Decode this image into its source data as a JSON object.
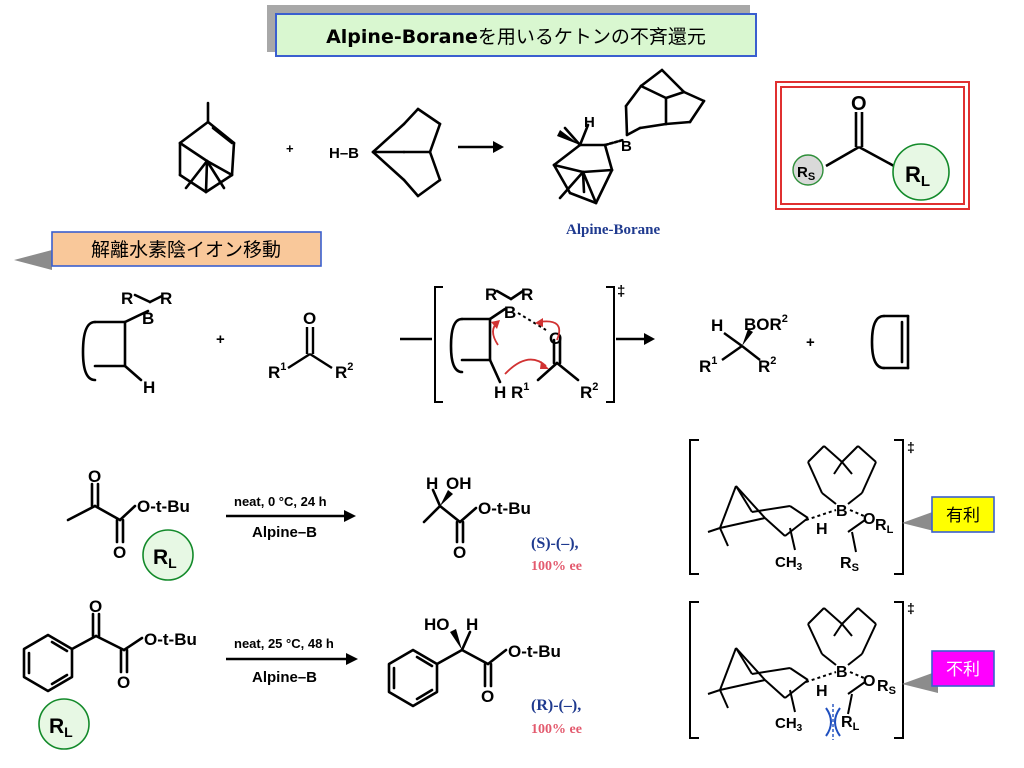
{
  "title": {
    "prefix": "Alpine-Borane",
    "suffix": "を用いるケトンの不斉還元"
  },
  "section2": {
    "label": "解離水素陰イオン移動"
  },
  "reaction1": {
    "plus": "+",
    "hydride": "H–B",
    "product_h": "H",
    "product_b": "B",
    "product_name": "Alpine-Borane"
  },
  "ketone_box": {
    "o": "O",
    "rs": "R",
    "rs_sub": "S",
    "rl": "R",
    "rl_sub": "L"
  },
  "mechanism": {
    "r1": "R",
    "r2": "R",
    "b": "B",
    "h": "H",
    "plus": "+",
    "k_o": "O",
    "k_r1": "R",
    "k_r1_sup": "1",
    "k_r2": "R",
    "k_r2_sup": "2",
    "ts_r1": "R",
    "ts_r2": "R",
    "ts_b": "B",
    "ts_o": "O",
    "ts_h": "H",
    "ts_rr1": "R",
    "ts_rr1_sup": "1",
    "ts_rr2": "R",
    "ts_rr2_sup": "2",
    "dagger": "‡",
    "p_h": "H",
    "p_bor": "BOR",
    "p_bor_sup": "2",
    "p_r1": "R",
    "p_r1_sup": "1",
    "p_r2": "R",
    "p_r2_sup": "2",
    "plus2": "+"
  },
  "example1": {
    "substrate_o1": "O",
    "substrate_o2": "O",
    "substrate_otbu": "O-t-Bu",
    "rl": "R",
    "rl_sub": "L",
    "conditions": "neat, 0 °C, 24 h",
    "reagent": "Alpine–B",
    "prod_h": "H",
    "prod_oh": "OH",
    "prod_o": "O",
    "prod_otbu": "O-t-Bu",
    "config": "(S)-(–),",
    "ee": "100% ee"
  },
  "example2": {
    "substrate_o1": "O",
    "substrate_o2": "O",
    "substrate_otbu": "O-t-Bu",
    "rl": "R",
    "rl_sub": "L",
    "conditions": "neat, 25 °C, 48 h",
    "reagent": "Alpine–B",
    "prod_ho": "HO",
    "prod_h": "H",
    "prod_o": "O",
    "prod_otbu": "O-t-Bu",
    "config": "(R)-(–),",
    "ee": "100% ee"
  },
  "ts1": {
    "b": "B",
    "h": "H",
    "o": "O",
    "rl": "R",
    "rl_sub": "L",
    "ch3": "CH",
    "ch3_sub": "3",
    "rs": "R",
    "rs_sub": "S",
    "dagger": "‡",
    "tag": "有利"
  },
  "ts2": {
    "b": "B",
    "h": "H",
    "o": "O",
    "rs": "R",
    "rs_sub": "S",
    "ch3": "CH",
    "ch3_sub": "3",
    "rl": "R",
    "rl_sub": "L",
    "dagger": "‡",
    "tag": "不利"
  },
  "colors": {
    "title_bg": "#d9f7d0",
    "title_border": "#3a5fcf",
    "label_bg": "#f9c89a",
    "label_border": "#3a5fcf",
    "blue": "#1f4fbf",
    "red": "#d13232",
    "green": "#138a2a",
    "rl_circle": "#e7f8e4",
    "rs_circle": "#d9d9d9",
    "box_red": "#e03030",
    "yellow": "#ffff00",
    "magenta": "#ff00ff"
  }
}
